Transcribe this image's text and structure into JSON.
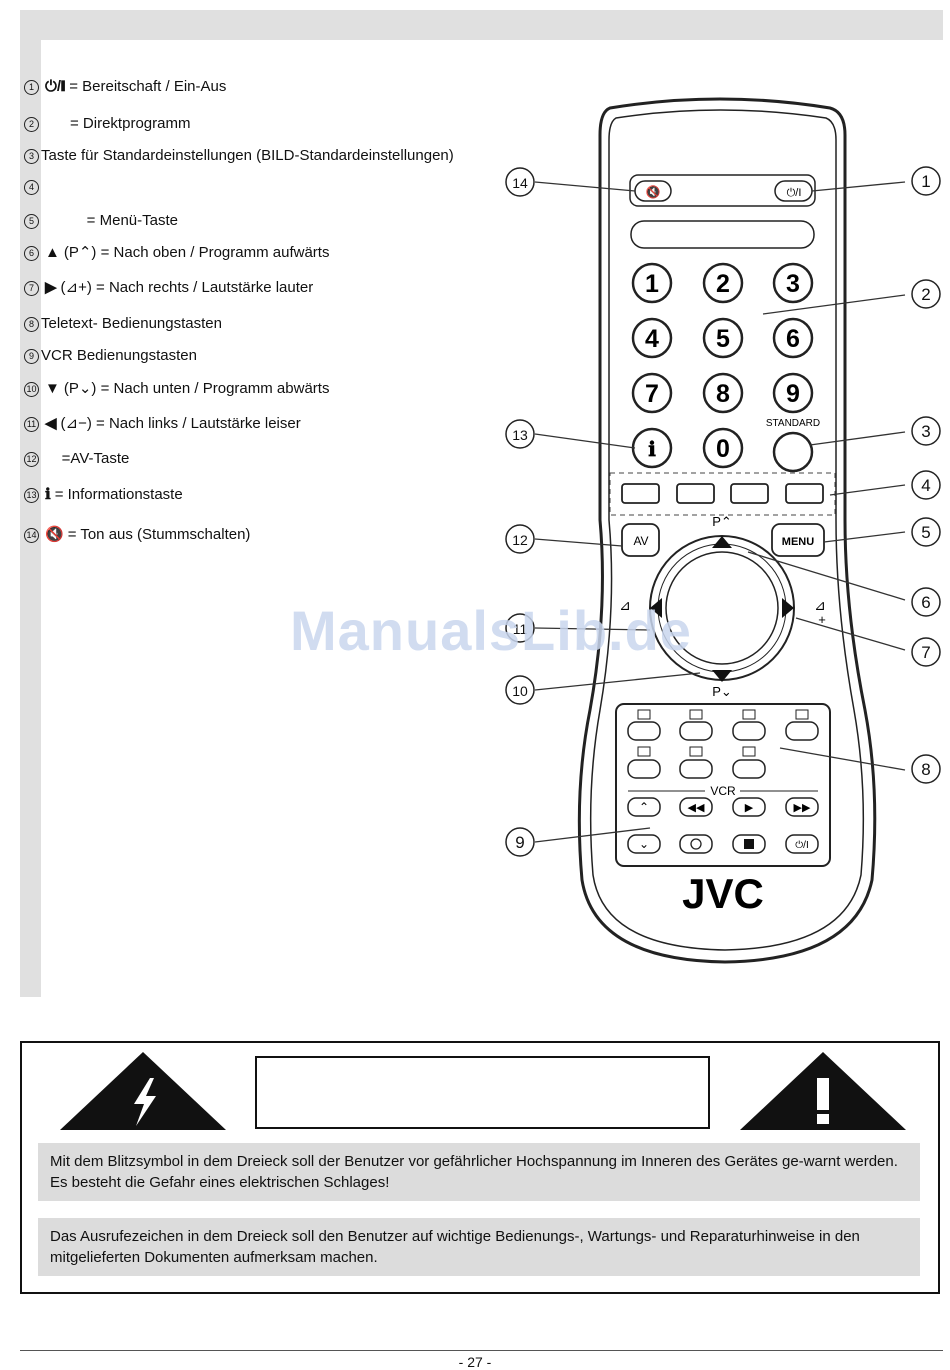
{
  "legend": [
    {
      "n": "1",
      "sym": "⏻/❙",
      "text": " = Bereitschaft / Ein-Aus"
    },
    {
      "n": "2",
      "sym": "",
      "text": "      = Direktprogramm"
    },
    {
      "n": "3",
      "sym": "",
      "text": "Taste für Standardeinstellungen (BILD-Standardeinstellungen)"
    },
    {
      "n": "4",
      "sym": "",
      "text": ""
    },
    {
      "n": "5",
      "sym": "",
      "text": "          = Menü-Taste"
    },
    {
      "n": "6",
      "sym": "▲",
      "text": " (P⌃) = Nach oben / Programm aufwärts"
    },
    {
      "n": "7",
      "sym": "▶",
      "text": " (⊿+) = Nach rechts / Lautstärke lauter"
    },
    {
      "n": "8",
      "sym": "",
      "text": "Teletext- Bedienungstasten"
    },
    {
      "n": "9",
      "sym": "",
      "text": "VCR Bedienungstasten"
    },
    {
      "n": "10",
      "sym": "▼",
      "text": " (P⌄) = Nach unten / Programm abwärts"
    },
    {
      "n": "11",
      "sym": "◀",
      "text": " (⊿−) = Nach links / Lautstärke leiser"
    },
    {
      "n": "12",
      "sym": "",
      "text": "    =AV-Taste"
    },
    {
      "n": "13",
      "sym": "ℹ",
      "text": " = Informationstaste"
    },
    {
      "n": "14",
      "sym": "🔇",
      "text": " = Ton aus (Stummschalten)"
    }
  ],
  "remote": {
    "digits": [
      "1",
      "2",
      "3",
      "4",
      "5",
      "6",
      "7",
      "8",
      "9",
      "0"
    ],
    "standard_label": "STANDARD",
    "av_label": "AV",
    "menu_label": "MENU",
    "p_up": "P⌃",
    "p_down": "P⌄",
    "vcr_label": "VCR",
    "brand": "JVC",
    "callouts": [
      "1",
      "2",
      "3",
      "4",
      "5",
      "6",
      "7",
      "8",
      "9",
      "10",
      "11",
      "12",
      "13",
      "14"
    ]
  },
  "watermark": "ManualsLib.de",
  "warning": {
    "text1": "Mit dem Blitzsymbol in dem Dreieck soll der Benutzer vor gefährlicher Hochspannung im Inneren des Gerätes ge-warnt werden. Es besteht die Gefahr eines elektrischen Schlages!",
    "text2": "Das Ausrufezeichen in dem Dreieck soll den Benutzer auf wichtige Bedienungs-, Wartungs- und Reparaturhinweise in den mitgelieferten Dokumenten aufmerksam machen."
  },
  "page_number": "- 27 -"
}
